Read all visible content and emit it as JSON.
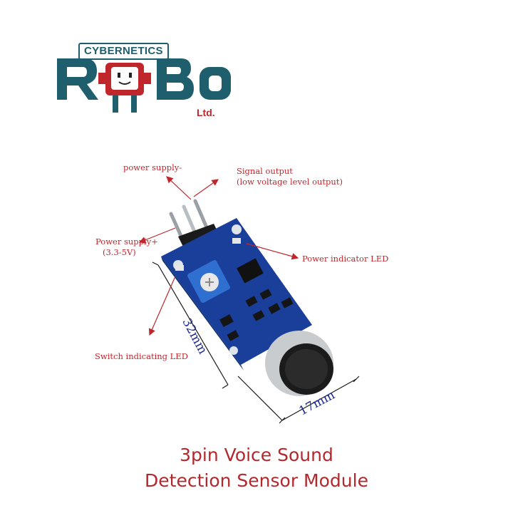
{
  "logo": {
    "band_text": "CYBERNETICS",
    "wordmark": "RoBo",
    "suffix": "Ltd."
  },
  "callouts": {
    "power_minus": "power supply-",
    "signal_output": "Signal output",
    "signal_output_sub": "(low voltage level output)",
    "power_plus": "Power supply+",
    "power_plus_sub": "(3.3-5V)",
    "power_led": "Power indicator LED",
    "switch_led": "Switch indicating LED"
  },
  "dimensions": {
    "length": "32mm",
    "width": "17mm"
  },
  "caption": {
    "line1": "3pin Voice Sound",
    "line2": "Detection Sensor Module"
  },
  "colors": {
    "brand_teal": "#1f5e6c",
    "brand_red": "#c0272d",
    "callout_red": "#c0272d",
    "pcb_blue": "#1a3f9a",
    "dimension_blue": "#1d2b8f"
  }
}
